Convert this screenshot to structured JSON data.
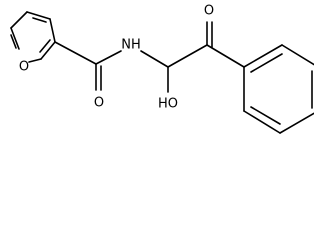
{
  "molecule": {
    "atom_labels": {
      "furan_oxygen": "O",
      "amide_nitrogen": "NH",
      "amide_oxygen": "O",
      "ketone_oxygen": "O",
      "hydroxyl": "HO"
    }
  },
  "colors": {
    "bond": "#000000",
    "label": "#000000",
    "background": "#ffffff"
  }
}
